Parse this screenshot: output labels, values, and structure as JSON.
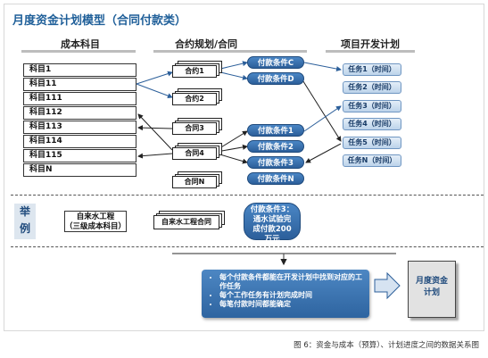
{
  "title": "月度资金计划模型（合同付款类）",
  "columns": {
    "subjects": "成本科目",
    "contracts": "合约规划/合同",
    "plan": "项目开发计划"
  },
  "subjects": [
    "科目1",
    "科目11",
    "科目111",
    "科目112",
    "科目113",
    "科目114",
    "科目115",
    "科目N"
  ],
  "contracts": [
    "合约1",
    "合约2",
    "合同3",
    "合同4",
    "合同N"
  ],
  "payments_top": [
    "付款条件C",
    "付款条件D"
  ],
  "payments_bottom": [
    "付款条件1",
    "付款条件2",
    "付款条件3",
    "付款条件N"
  ],
  "tasks": [
    "任务1（时间）",
    "任务2（时间）",
    "任务3（时间）",
    "任务4（时间）",
    "任务5（时间）",
    "任务N（时间）"
  ],
  "example": {
    "label_top": "举",
    "label_bottom": "例",
    "subject_line1": "自来水工程",
    "subject_line2": "（三级成本科目）",
    "contract": "自来水工程合同",
    "payment_line1": "付款条件3：",
    "payment_line2": "通水试验完",
    "payment_line3": "成付款200",
    "payment_line4": "万元"
  },
  "notes": [
    "每个付款条件都能在开发计划中找到对应的工作任务",
    "每个工作任务有计划完成时间",
    "每笔付款时间都能确定"
  ],
  "result_line1": "月度资金",
  "result_line2": "计划",
  "caption": "图 6：资金与成本（预算）、计划进度之间的数据关系图",
  "colors": {
    "accent": "#2c5f9a",
    "title": "#1f5f99",
    "task_fill": "#bcd3ea"
  }
}
